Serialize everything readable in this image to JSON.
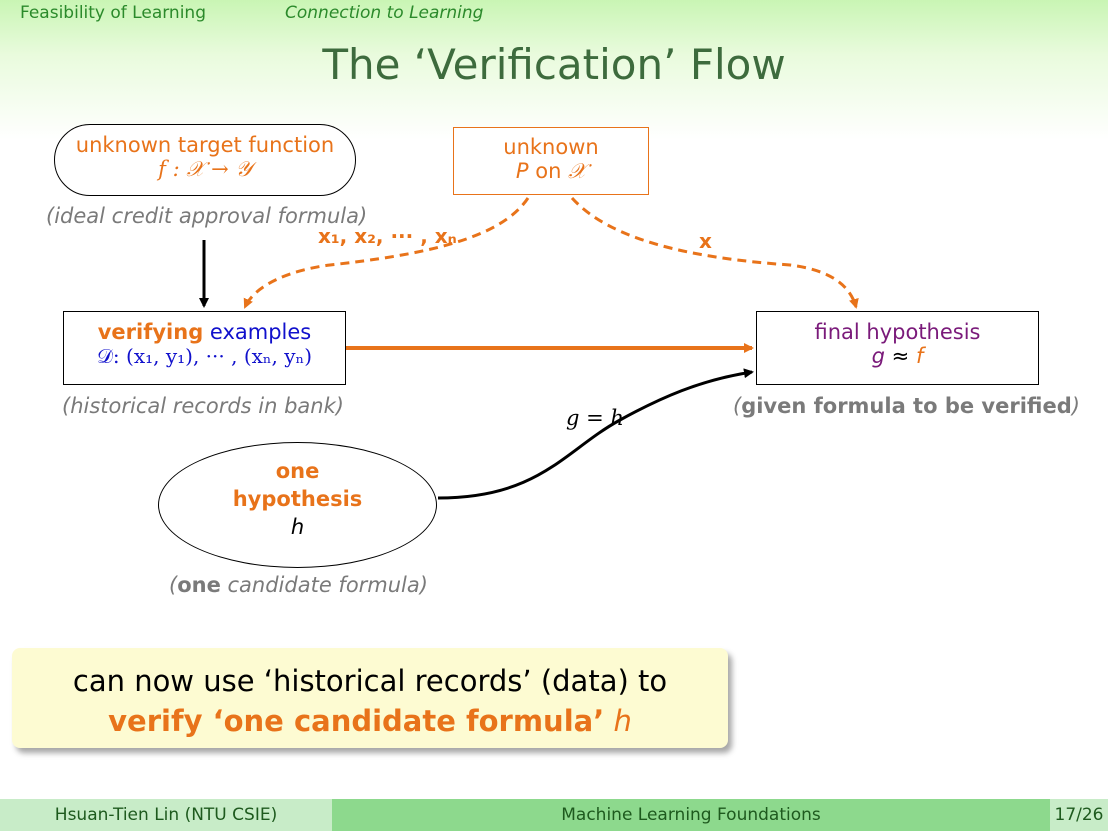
{
  "nav": {
    "section": "Feasibility of Learning",
    "subsection": "Connection to Learning"
  },
  "title": "The ‘Verification’ Flow",
  "target": {
    "line1": "unknown target function",
    "line2": "f : 𝒳 → 𝒴",
    "caption": "(ideal credit approval formula)"
  },
  "distribution": {
    "line1": "unknown",
    "line2_p": "P",
    "line2_on": "on",
    "line2_x": "𝒳"
  },
  "samples_label": "x₁, x₂, ··· , xₙ",
  "x_label": "x",
  "examples": {
    "word1": "verifying",
    "word2": "examples",
    "line2": "𝒟: (x₁, y₁), ··· , (xₙ, yₙ)",
    "caption": "(historical records in bank)"
  },
  "final": {
    "line1": "final hypothesis",
    "line2_g": "g",
    "line2_approx": "≈",
    "line2_f": "f",
    "caption_open": "(",
    "caption_bold": "given formula to be verified",
    "caption_close": ")"
  },
  "g_eq_h": "g = h",
  "hypothesis": {
    "line1": "one",
    "line2": "hypothesis",
    "line3": "h",
    "caption_open": "(",
    "caption_bold": "one",
    "caption_rest": " candidate formula)"
  },
  "callout": {
    "line1": "can now use ‘historical records’ (data) to",
    "line2_bold": "verify ‘one candidate formula’",
    "line2_h": "h"
  },
  "footer": {
    "author": "Hsuan-Tien Lin  (NTU CSIE)",
    "course": "Machine Learning Foundations",
    "page": "17/26"
  },
  "colors": {
    "orange": "#e8731a",
    "green_title": "#3d6b3d",
    "blue": "#1010cc",
    "purple": "#7a1a7a"
  }
}
